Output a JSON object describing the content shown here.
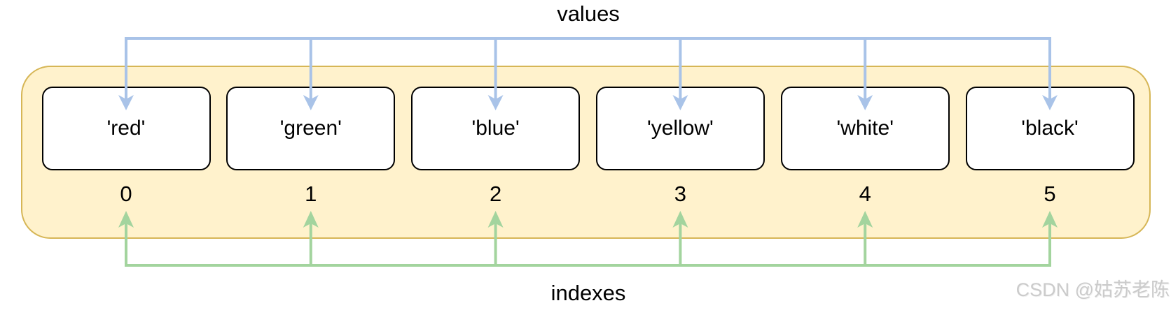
{
  "diagram": {
    "values_label": "values",
    "indexes_label": "indexes",
    "items": [
      {
        "value": "'red'",
        "index": "0"
      },
      {
        "value": "'green'",
        "index": "1"
      },
      {
        "value": "'blue'",
        "index": "2"
      },
      {
        "value": "'yellow'",
        "index": "3"
      },
      {
        "value": "'white'",
        "index": "4"
      },
      {
        "value": "'black'",
        "index": "5"
      }
    ],
    "colors": {
      "values_arrow": "#a9c3e8",
      "indexes_arrow": "#a3d49e",
      "container_fill": "#fff2cc",
      "container_stroke": "#d6b656",
      "box_fill": "#ffffff",
      "box_stroke": "#000000",
      "text": "#000000",
      "watermark_text": "#cbcbcb"
    }
  },
  "watermark": {
    "text": "CSDN @姑苏老陈"
  }
}
